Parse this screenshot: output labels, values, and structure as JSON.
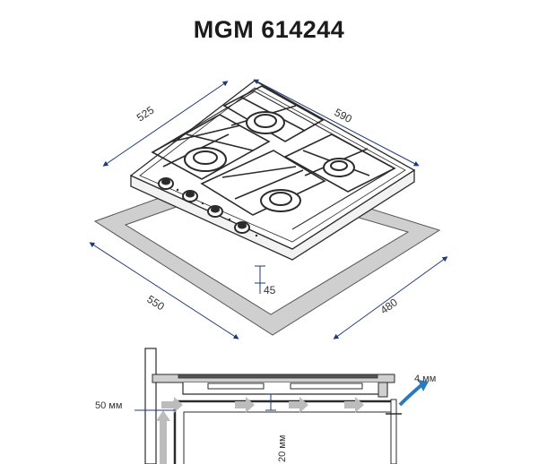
{
  "title": "MGM 614244",
  "dimensions": {
    "hob_depth": "525",
    "hob_width": "590",
    "cutout_width": "550",
    "cutout_depth": "480",
    "height": "45"
  },
  "section": {
    "gap_side": "50 мм",
    "gap_right": "4 мм",
    "gap_below": "20 мм"
  },
  "colors": {
    "line": "#2b2b2b",
    "dim_line": "#1f3a78",
    "seal": "#cfcfcf",
    "arrow": "#bcbcbc",
    "blue_arrow": "#2a7bbd"
  }
}
